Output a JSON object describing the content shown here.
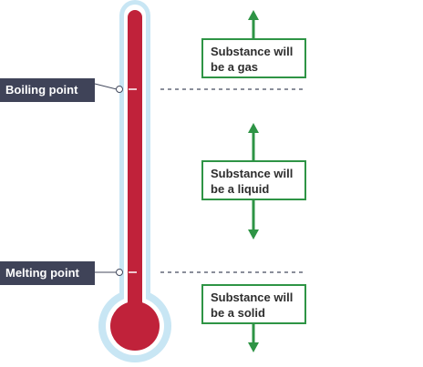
{
  "labels": {
    "boiling_point": "Boiling point",
    "melting_point": "Melting point"
  },
  "states": {
    "gas": {
      "line1": "Substance will",
      "line2": "be a gas"
    },
    "liquid": {
      "line1": "Substance will",
      "line2": "be a liquid"
    },
    "solid": {
      "line1": "Substance will",
      "line2": "be a solid"
    }
  },
  "colors": {
    "thermometer_glass": "#c8e6f4",
    "thermometer_liquid": "#c0223a",
    "label_background": "#3f4358",
    "arrow_green": "#2e9445",
    "dashed_line": "#444a5e"
  }
}
